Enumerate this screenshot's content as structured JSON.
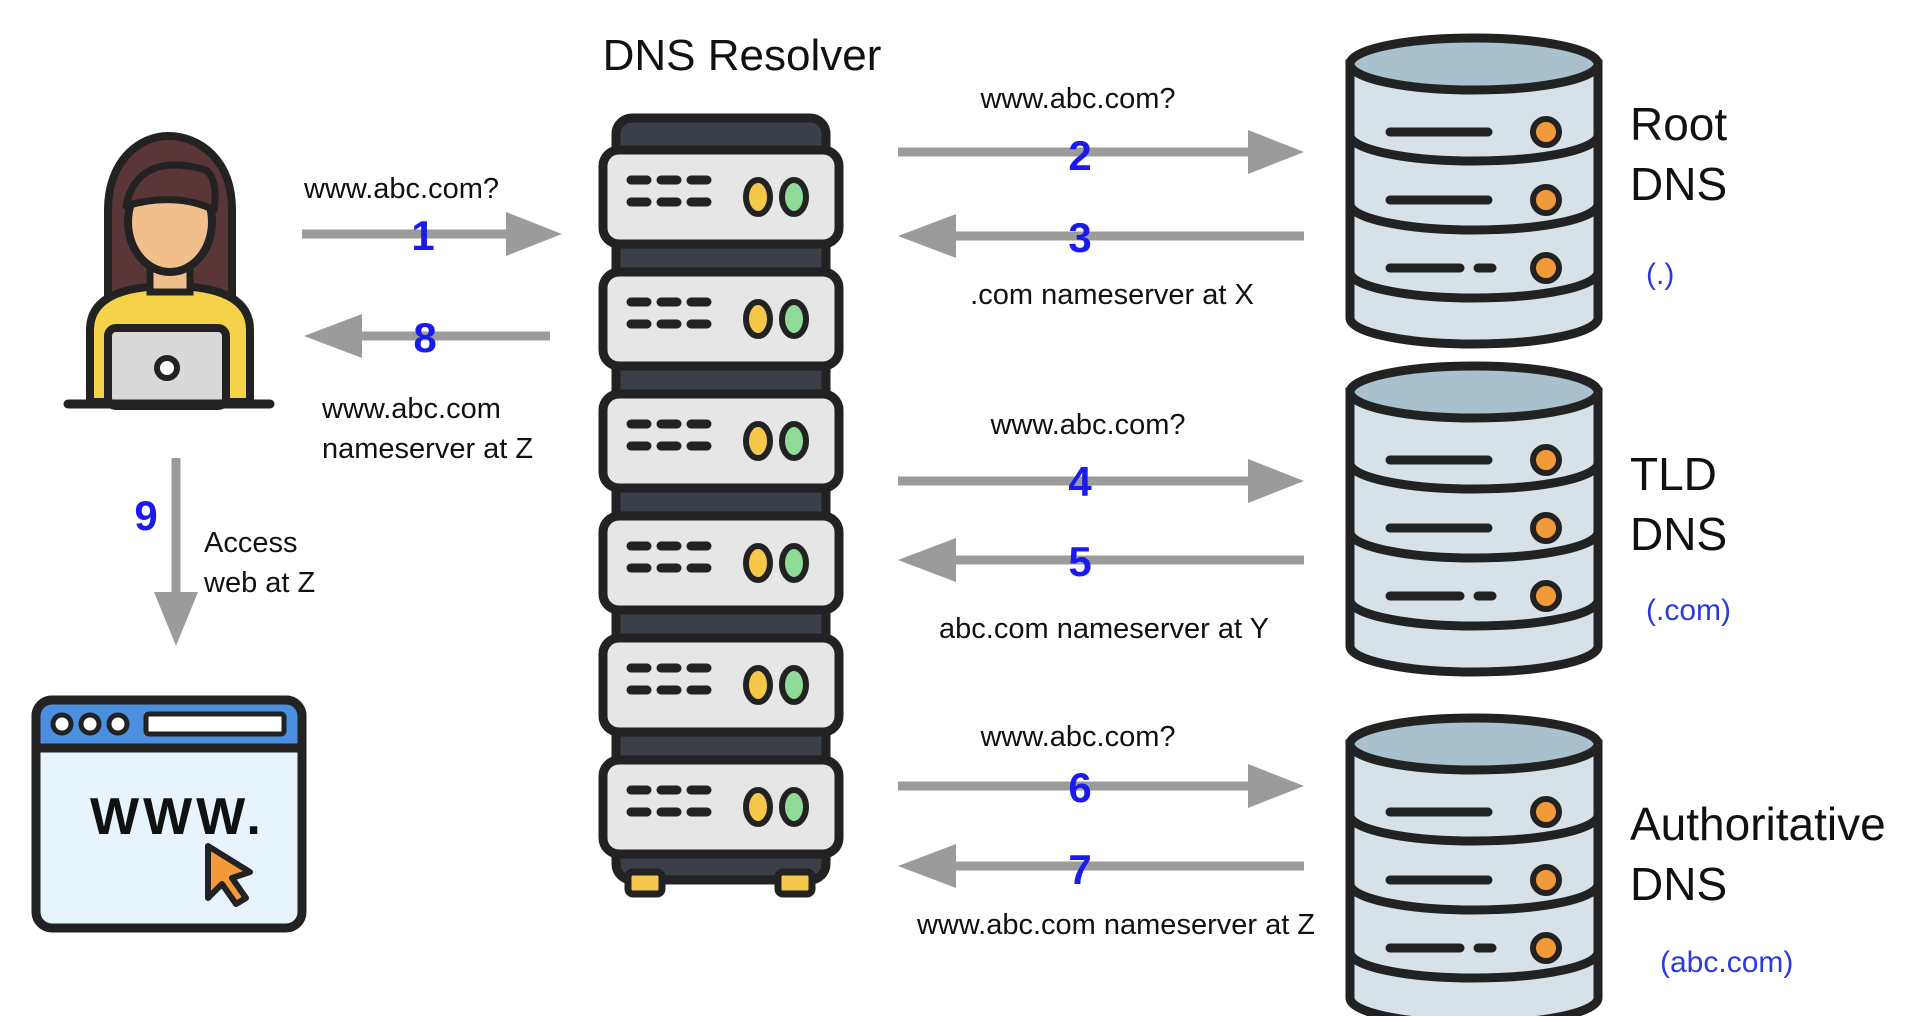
{
  "resolver": {
    "title": "DNS Resolver"
  },
  "servers": [
    {
      "line1": "Root",
      "line2": "DNS",
      "zone": "(.)"
    },
    {
      "line1": "TLD",
      "line2": "DNS",
      "zone": "(.com)"
    },
    {
      "line1": "Authoritative",
      "line2": "DNS",
      "zone": "(abc.com)"
    }
  ],
  "steps": [
    {
      "number": "1",
      "label": "www.abc.com?"
    },
    {
      "number": "2",
      "label": "www.abc.com?"
    },
    {
      "number": "3",
      "label": ".com nameserver at X"
    },
    {
      "number": "4",
      "label": "www.abc.com?"
    },
    {
      "number": "5",
      "label": "abc.com nameserver at Y"
    },
    {
      "number": "6",
      "label": "www.abc.com?"
    },
    {
      "number": "7",
      "label": "www.abc.com nameserver at Z"
    },
    {
      "number": "8",
      "line1": "www.abc.com",
      "line2": "nameserver at Z"
    },
    {
      "number": "9",
      "line1": "Access",
      "line2": "web at Z"
    }
  ],
  "browser": {
    "url_text": "WWW."
  },
  "icons": {
    "user": "user-laptop-icon",
    "resolver": "server-rack-icon",
    "database": "database-server-icon",
    "browser": "web-browser-icon",
    "cursor": "cursor-icon"
  },
  "colors": {
    "step_number": "#1a1aee",
    "zone": "#2a3ae0",
    "arrow": "#9b9b9b",
    "outline": "#222222",
    "db_fill": "#d6e2e8",
    "db_top": "#a8c1cc",
    "indicator_orange": "#f29a3a",
    "browser_blue": "#4a8fe0",
    "browser_body": "#e8f4fb",
    "skin": "#f2be8c",
    "hair": "#5a3638",
    "shirt": "#f6d24a"
  }
}
